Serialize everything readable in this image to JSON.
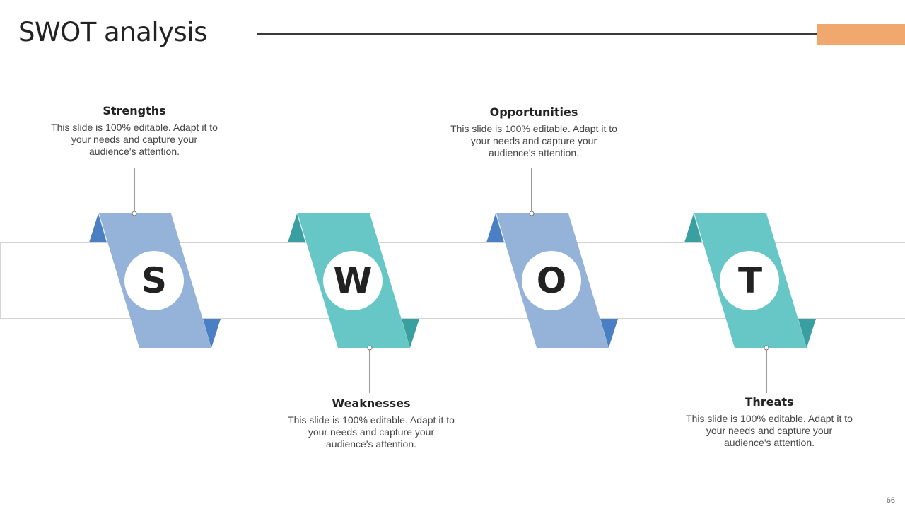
{
  "title": "SWOT analysis",
  "page_number": "66",
  "colors": {
    "accent": "#f0a86e",
    "blue_light": "#95b3d9",
    "blue_dark": "#4a7fc4",
    "teal_light": "#67c6c6",
    "teal_dark": "#3a9fa0"
  },
  "items": [
    {
      "letter": "S",
      "heading": "Strengths",
      "text": "This slide is 100% editable. Adapt it to your needs and capture your audience's attention."
    },
    {
      "letter": "W",
      "heading": "Weaknesses",
      "text": "This slide is 100% editable. Adapt it to your needs and capture your audience's attention."
    },
    {
      "letter": "O",
      "heading": "Opportunities",
      "text": "This slide is 100% editable. Adapt it to your needs and capture your audience's attention."
    },
    {
      "letter": "T",
      "heading": "Threats",
      "text": "This slide is 100% editable. Adapt it to your needs and capture your audience's attention."
    }
  ]
}
